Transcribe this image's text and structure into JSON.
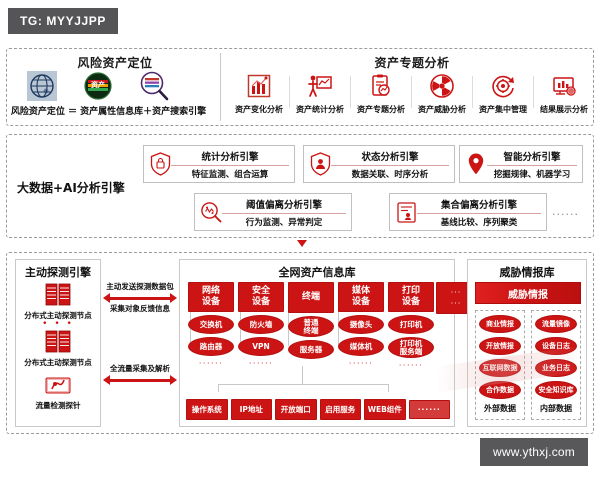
{
  "watermarks": {
    "tg": "TG: MYYJJPP",
    "url": "www.ythxj.com"
  },
  "row1": {
    "left_title": "风险资产定位",
    "right_title": "资产专题分析",
    "formula": "风险资产定位 ＝ 资产属性信息库＋资产搜索引擎",
    "left_icons": [
      {
        "icon": "globe-grid-icon",
        "label": ""
      },
      {
        "icon": "asset-sphere-icon",
        "label": ""
      },
      {
        "icon": "magnifier-list-icon",
        "label": ""
      }
    ],
    "right_icons": [
      {
        "icon": "bar-chart-trend-icon",
        "label": "资产变化分析"
      },
      {
        "icon": "presenter-board-icon",
        "label": "资产统计分析"
      },
      {
        "icon": "clipboard-chart-icon",
        "label": "资产专题分析"
      },
      {
        "icon": "biohazard-icon",
        "label": "资产威胁分析"
      },
      {
        "icon": "gear-refresh-icon",
        "label": "资产集中管理"
      },
      {
        "icon": "chart-display-icon",
        "label": "结果展示分析"
      }
    ]
  },
  "row2": {
    "label": "大数据+AI分析引擎",
    "ellipsis": "......",
    "engines": [
      {
        "icon": "shield-lock-icon",
        "title": "统计分析引擎",
        "subtitle": "特征监测、组合运算"
      },
      {
        "icon": "shield-user-icon",
        "title": "状态分析引擎",
        "subtitle": "数据关联、时序分析"
      },
      {
        "icon": "location-pin-icon",
        "title": "智能分析引擎",
        "subtitle": "挖掘规律、机器学习"
      },
      {
        "icon": "magnifier-wave-icon",
        "title": "阈值偏离分析引擎",
        "subtitle": "行为监测、异常判定"
      },
      {
        "icon": "id-card-icon",
        "title": "集合偏离分析引擎",
        "subtitle": "基线比较、序列聚类"
      }
    ]
  },
  "row3": {
    "probe": {
      "title": "主动探测引擎",
      "items": [
        {
          "icon": "server-rack-icon",
          "label": "分布式主动探测节点"
        },
        {
          "icon": "server-rack-icon",
          "label": "分布式主动探测节点"
        },
        {
          "icon": "traffic-probe-icon",
          "label": "流量检测探针"
        }
      ],
      "dots": "• • •"
    },
    "arrows": [
      {
        "top_label": "主动发送探测数据包",
        "bottom_label": "采集对象反馈信息"
      },
      {
        "top_label": "",
        "bottom_label": "全流量采集及解析"
      }
    ],
    "assets": {
      "title": "全网资产信息库",
      "categories": [
        {
          "head": "网络\n设备",
          "children": [
            "交换机",
            "路由器"
          ],
          "dots": "······"
        },
        {
          "head": "安全\n设备",
          "children": [
            "防火墙",
            "VPN"
          ],
          "dots": "······"
        },
        {
          "head": "终端",
          "children": [
            "普通\n终端",
            "服务器"
          ],
          "dots": ""
        },
        {
          "head": "媒体\n设备",
          "children": [
            "摄像头",
            "媒体机"
          ],
          "dots": "······"
        },
        {
          "head": "打印\n设备",
          "children": [
            "打印机",
            "打印机\n服务端"
          ],
          "dots": "······"
        },
        {
          "head": "···\n···",
          "children": [],
          "dots": ""
        }
      ],
      "attributes": [
        "操作系统",
        "IP地址",
        "开放端口",
        "启用服务",
        "WEB组件",
        "······"
      ]
    },
    "threat": {
      "title": "威胁情报库",
      "banner": "威胁情报",
      "external": {
        "items": [
          "商业情报",
          "开放情报",
          "互联网数据",
          "合作数据"
        ],
        "caption": "外部数据"
      },
      "internal": {
        "items": [
          "流量镜像",
          "设备日志",
          "业务日志",
          "安全知识库"
        ],
        "caption": "内部数据"
      }
    }
  },
  "colors": {
    "primary_red": "#cc1414",
    "dark_red": "#b50f0f",
    "watermark_gray": "#58585a",
    "border_gray": "#9b9b9b"
  }
}
